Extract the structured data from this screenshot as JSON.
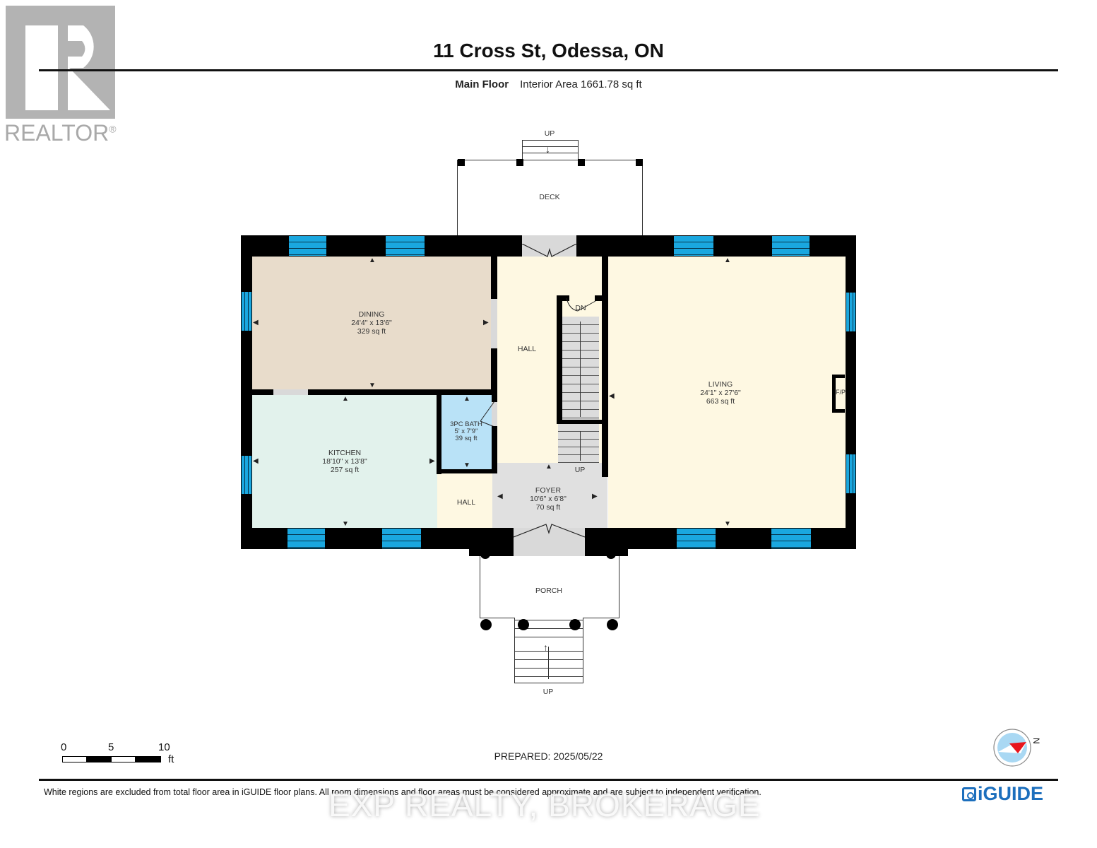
{
  "header": {
    "title": "11 Cross St, Odessa, ON",
    "floor_name": "Main Floor",
    "interior_area": "Interior Area 1661.78 sq ft"
  },
  "branding": {
    "realtor_logo_text": "REALTOR",
    "realtor_mark": "®",
    "iguide_logo": "iGUIDE",
    "watermark": "EXP REALTY, BROKERAGE"
  },
  "rooms": [
    {
      "id": "dining",
      "name": "DINING",
      "dims": "24'4\" x 13'6\"",
      "area": "329 sq ft",
      "color": "#e8dccb"
    },
    {
      "id": "kitchen",
      "name": "KITCHEN",
      "dims": "18'10\" x 13'8\"",
      "area": "257 sq ft",
      "color": "#e2f2ec"
    },
    {
      "id": "bath",
      "name": "3PC BATH",
      "dims": "5' x 7'9\"",
      "area": "39 sq ft",
      "color": "#b9e2f7"
    },
    {
      "id": "living",
      "name": "LIVING",
      "dims": "24'1\" x 27'6\"",
      "area": "663 sq ft",
      "color": "#fef8e2"
    },
    {
      "id": "foyer",
      "name": "FOYER",
      "dims": "10'6\" x 6'8\"",
      "area": "70 sq ft",
      "color": "#e0e0e0"
    },
    {
      "id": "hall_main",
      "name": "HALL",
      "color": "#fef8e2"
    },
    {
      "id": "hall_small",
      "name": "HALL",
      "color": "#fef8e2"
    },
    {
      "id": "deck",
      "name": "DECK"
    },
    {
      "id": "porch",
      "name": "PORCH"
    }
  ],
  "annotations": {
    "deck_stairs": "UP",
    "porch_stairs": "UP",
    "basement_stairs": "DN",
    "upper_stairs": "UP",
    "fireplace": "F/P"
  },
  "scale_bar": {
    "ticks": [
      "0",
      "5",
      "10"
    ],
    "unit": "ft"
  },
  "footer": {
    "prepared": "PREPARED: 2025/05/22",
    "disclaimer": "White regions are excluded from total floor area in iGUIDE floor plans. All room dimensions and floor areas must be considered approximate and are subject to independent verification."
  },
  "compass": {
    "label": "N",
    "needle_color": "#e8141c",
    "disc_color": "#a9d8f3"
  },
  "colors": {
    "wall": "#000000",
    "window": "#1aa7df",
    "door_opening": "#d9d9d9"
  }
}
